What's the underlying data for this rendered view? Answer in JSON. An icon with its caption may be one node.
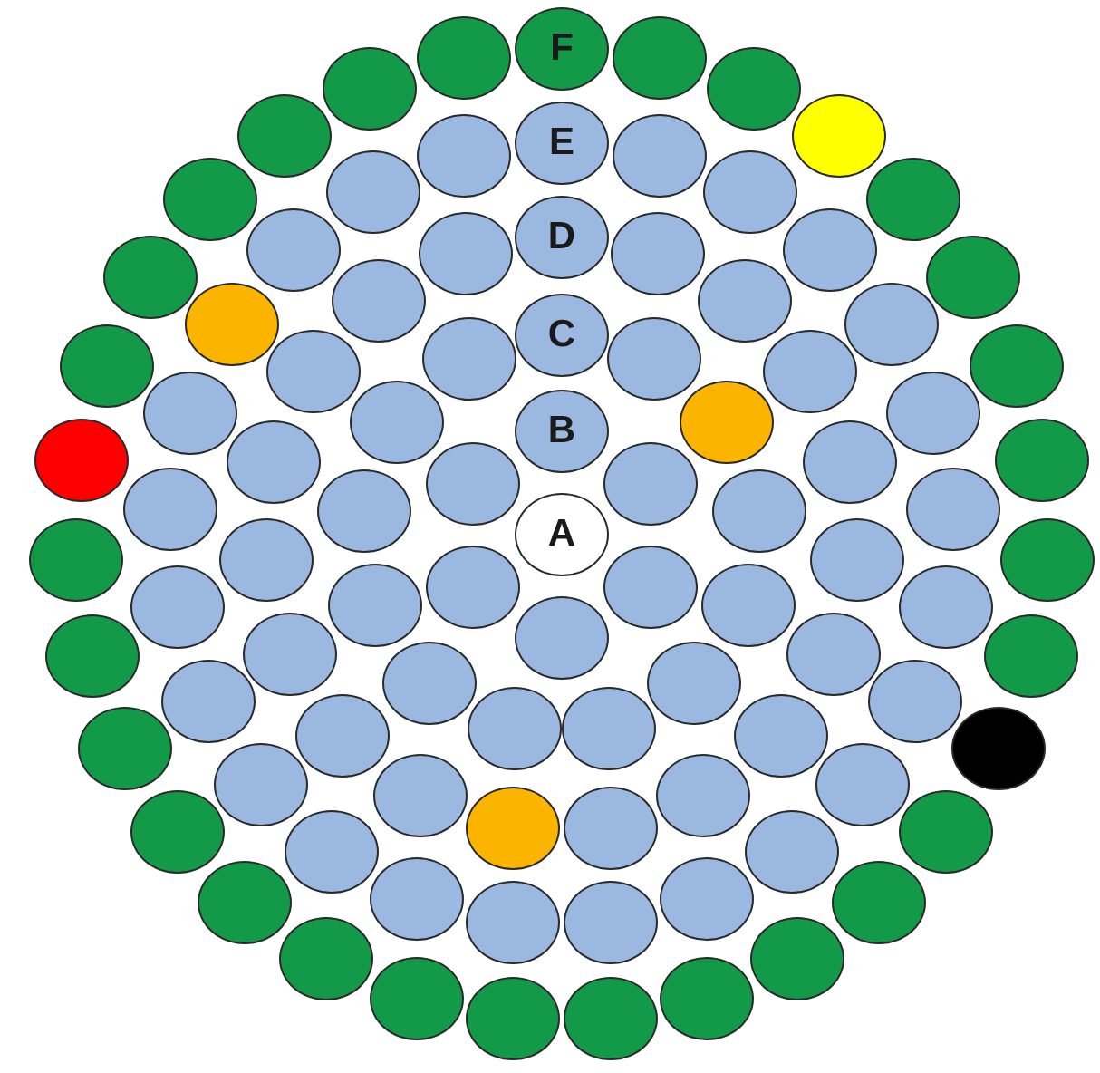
{
  "diagram": {
    "nodes": [
      {
        "text": [
          "A"
        ]
      },
      {
        "text": [
          "B"
        ]
      },
      {
        "text": [],
        "shape": "circle"
      },
      {
        "text": [],
        "shape": "circle"
      },
      {
        "text": [],
        "shape": "circle"
      },
      {
        "text": [],
        "shape": "circle"
      },
      {
        "text": [],
        "shape": "circle"
      },
      {
        "text": [
          "C"
        ]
      },
      {
        "text": [],
        "shape": "circle"
      },
      {
        "text": [],
        "shape": "circle"
      },
      {
        "text": [],
        "shape": "circle"
      },
      {
        "text": [],
        "shape": "circle"
      },
      {
        "text": [],
        "shape": "circle"
      },
      {
        "text": [],
        "shape": "circle"
      },
      {
        "text": [],
        "shape": "circle"
      },
      {
        "text": [],
        "shape": "circle"
      },
      {
        "text": [],
        "shape": "circle"
      },
      {
        "text": [],
        "shape": "circle"
      },
      {
        "text": [],
        "shape": "circle"
      },
      {
        "text": [],
        "shape": "circle"
      },
      {
        "text": [
          "D"
        ]
      },
      {
        "text": [],
        "shape": "circle"
      },
      {
        "text": [],
        "shape": "circle"
      },
      {
        "text": [],
        "shape": "circle"
      },
      {
        "text": [],
        "shape": "circle"
      },
      {
        "text": [],
        "shape": "circle"
      },
      {
        "text": [],
        "shape": "circle"
      },
      {
        "text": [],
        "shape": "circle"
      },
      {
        "text": [],
        "shape": "circle"
      },
      {
        "text": [],
        "shape": "circle"
      },
      {
        "text": [],
        "shape": "circle"
      },
      {
        "text": [],
        "shape": "circle"
      },
      {
        "text": [],
        "shape": "circle"
      },
      {
        "text": [],
        "shape": "circle"
      },
      {
        "text": [],
        "shape": "circle"
      },
      {
        "text": [],
        "shape": "circle"
      },
      {
        "text": [],
        "shape": "circle"
      },
      {
        "text": [],
        "shape": "circle"
      },
      {
        "text": [],
        "shape": "circle"
      },
      {
        "text": [
          "E"
        ]
      },
      {
        "text": [],
        "shape": "circle"
      },
      {
        "text": [],
        "shape": "circle"
      },
      {
        "text": [],
        "shape": "circle"
      },
      {
        "text": [],
        "shape": "circle"
      },
      {
        "text": [],
        "shape": "circle"
      },
      {
        "text": [],
        "shape": "circle"
      },
      {
        "text": [],
        "shape": "circle"
      },
      {
        "text": [],
        "shape": "circle"
      },
      {
        "text": [],
        "shape": "circle"
      },
      {
        "text": [],
        "shape": "circle"
      },
      {
        "text": [],
        "shape": "circle"
      },
      {
        "text": [],
        "shape": "circle"
      },
      {
        "text": [],
        "shape": "circle"
      },
      {
        "text": [],
        "shape": "circle"
      },
      {
        "text": [],
        "shape": "circle"
      },
      {
        "text": [],
        "shape": "circle"
      },
      {
        "text": [],
        "shape": "circle"
      },
      {
        "text": [],
        "shape": "circle"
      },
      {
        "text": [],
        "shape": "circle"
      },
      {
        "text": [],
        "shape": "circle"
      },
      {
        "text": [],
        "shape": "circle"
      },
      {
        "text": [],
        "shape": "circle"
      },
      {
        "text": [],
        "shape": "circle"
      },
      {
        "text": [],
        "shape": "circle"
      },
      {
        "text": [
          "F"
        ]
      },
      {
        "text": [],
        "shape": "circle"
      },
      {
        "text": [],
        "shape": "circle"
      },
      {
        "text": [],
        "shape": "circle"
      },
      {
        "text": [],
        "shape": "circle"
      },
      {
        "text": [],
        "shape": "circle"
      },
      {
        "text": [],
        "shape": "circle"
      },
      {
        "text": [],
        "shape": "circle"
      },
      {
        "text": [],
        "shape": "circle"
      },
      {
        "text": [],
        "shape": "circle"
      },
      {
        "text": [],
        "shape": "circle"
      },
      {
        "text": [],
        "shape": "circle"
      },
      {
        "text": [],
        "shape": "circle"
      },
      {
        "text": [],
        "shape": "circle"
      },
      {
        "text": [],
        "shape": "circle"
      },
      {
        "text": [],
        "shape": "circle"
      },
      {
        "text": [],
        "shape": "circle"
      },
      {
        "text": [],
        "shape": "circle"
      },
      {
        "text": [],
        "shape": "circle"
      },
      {
        "text": [],
        "shape": "circle"
      },
      {
        "text": [],
        "shape": "circle"
      },
      {
        "text": [],
        "shape": "circle"
      },
      {
        "text": [],
        "shape": "circle"
      },
      {
        "text": [],
        "shape": "circle"
      },
      {
        "text": [],
        "shape": "circle"
      },
      {
        "text": [],
        "shape": "circle"
      },
      {
        "text": [],
        "shape": "circle"
      },
      {
        "text": [],
        "shape": "circle"
      },
      {
        "text": [],
        "shape": "circle"
      },
      {
        "text": [],
        "shape": "circle"
      },
      {
        "text": [],
        "shape": "circle"
      }
    ]
  }
}
